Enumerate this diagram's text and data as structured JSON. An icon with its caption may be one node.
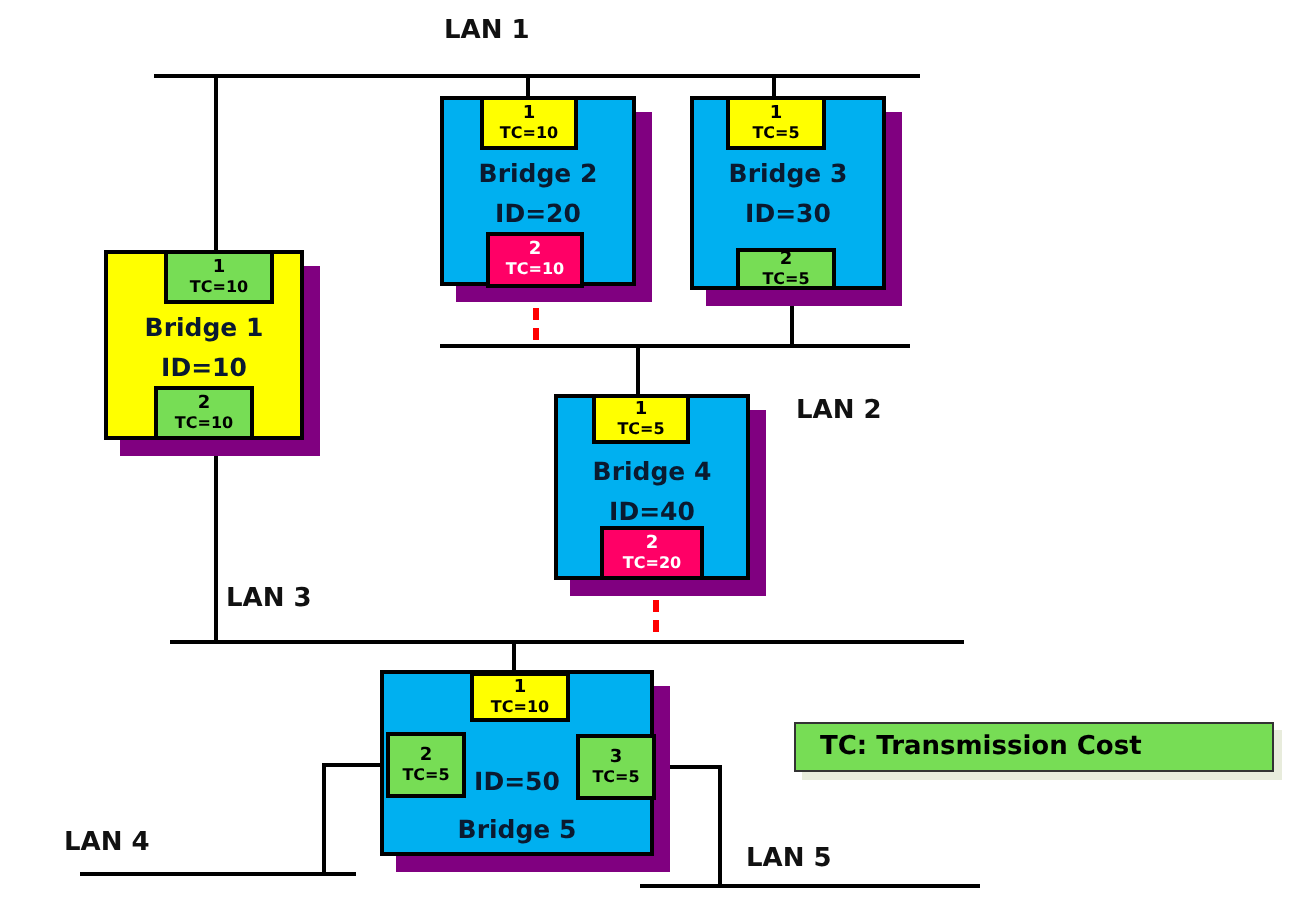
{
  "diagram": {
    "nodes": [
      {
        "text": [
          "LAN 1"
        ]
      },
      {
        "text": [
          "Bridge 1",
          "ID=10"
        ]
      },
      {
        "text": [
          "1",
          "TC=10"
        ],
        "in": 1
      },
      {
        "text": [
          "2",
          "TC=10"
        ],
        "in": 1
      },
      {
        "text": [
          "Bridge 2",
          "ID=20"
        ]
      },
      {
        "text": [
          "1",
          "TC=10"
        ],
        "in": 4
      },
      {
        "text": [
          "2",
          "TC=10"
        ],
        "in": 4
      },
      {
        "text": [
          "Bridge 3",
          "ID=30"
        ]
      },
      {
        "text": [
          "1",
          "TC=5"
        ],
        "in": 7
      },
      {
        "text": [
          "2",
          "TC=5"
        ],
        "in": 7
      },
      {
        "text": [
          "LAN 2"
        ]
      },
      {
        "text": [
          "Bridge 4",
          "ID=40"
        ]
      },
      {
        "text": [
          "1",
          "TC=5"
        ],
        "in": 11
      },
      {
        "text": [
          "2",
          "TC=20"
        ],
        "in": 11
      },
      {
        "text": [
          "LAN 3"
        ]
      },
      {
        "text": [
          "ID=50",
          "Bridge 5"
        ]
      },
      {
        "text": [
          "1",
          "TC=10"
        ],
        "in": 15
      },
      {
        "text": [
          "2",
          "TC=5"
        ],
        "in": 15
      },
      {
        "text": [
          "3",
          "TC=5"
        ],
        "in": 15
      },
      {
        "text": [
          "LAN 4"
        ]
      },
      {
        "text": [
          "LAN 5"
        ]
      }
    ],
    "edges": [
      {
        "from": 2,
        "to": 0,
        "arrow": "none"
      },
      {
        "from": 3,
        "to": 14,
        "arrow": "none"
      },
      {
        "from": 5,
        "to": 0,
        "arrow": "none"
      },
      {
        "from": 6,
        "to": 10,
        "arrow": "none",
        "style": "dashed",
        "color": "#ff0000"
      },
      {
        "from": 8,
        "to": 0,
        "arrow": "none"
      },
      {
        "from": 9,
        "to": 10,
        "arrow": "none"
      },
      {
        "from": 12,
        "to": 10,
        "arrow": "none"
      },
      {
        "from": 13,
        "to": 14,
        "arrow": "none",
        "style": "dashed",
        "color": "#ff0000"
      },
      {
        "from": 16,
        "to": 14,
        "arrow": "none"
      },
      {
        "from": 17,
        "to": 19,
        "arrow": "none"
      },
      {
        "from": 18,
        "to": 20,
        "arrow": "none"
      }
    ],
    "labels": [
      "TC: Transmission Cost"
    ]
  }
}
